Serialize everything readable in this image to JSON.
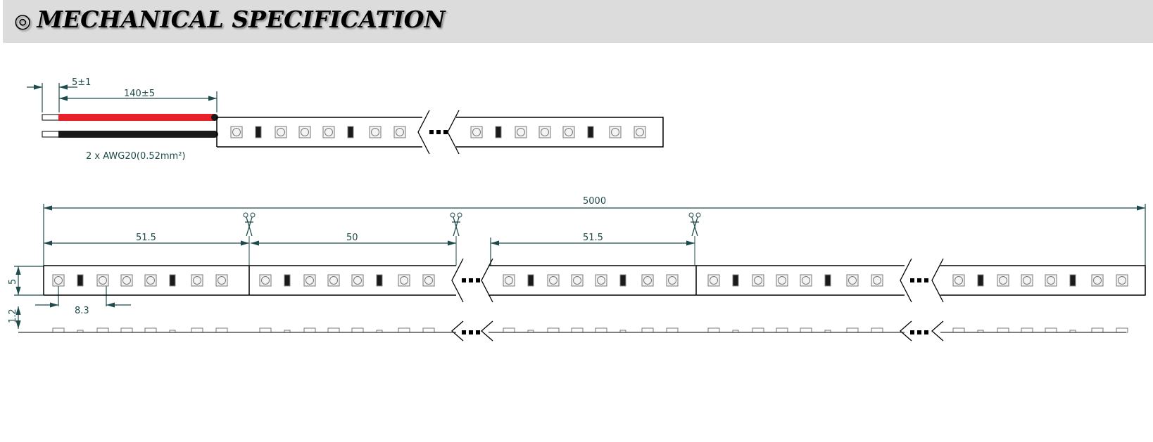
{
  "header": {
    "icon": "bullseye-icon",
    "icon_glyph": "◎",
    "title": "MECHANICAL SPECIFICATION"
  },
  "wire_diagram": {
    "strip_length_label": "5±1",
    "wire_length_label": "140±5",
    "wire_spec_label": "2 x AWG20(0.52mm²)",
    "wire_colors": {
      "positive": "#e8202a",
      "negative": "#1a1a1a"
    }
  },
  "strip_diagram": {
    "total_length_label": "5000",
    "segment_1_label": "51.5",
    "segment_2_label": "50",
    "segment_3_label": "51.5",
    "width_label": "5",
    "thickness_label": "1.2",
    "led_pitch_label": "8.3"
  },
  "colors": {
    "dimension": "#1d4a4a",
    "header_bg": "#dcdcdc"
  }
}
